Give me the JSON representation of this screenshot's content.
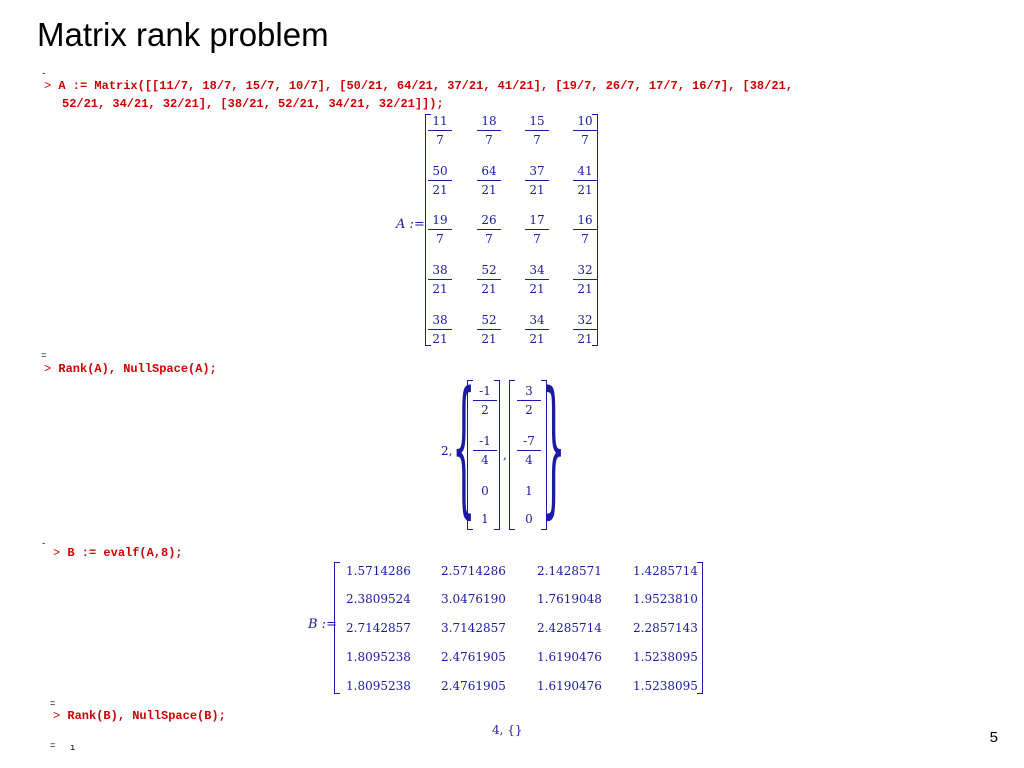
{
  "title": "Matrix rank problem",
  "page_number": "5",
  "cmd1": {
    "line1": "A := Matrix([[11/7, 18/7, 15/7, 10/7], [50/21, 64/21, 37/21, 41/21], [19/7, 26/7, 17/7, 16/7], [38/21,",
    "line2": "52/21, 34/21, 32/21], [38/21, 52/21, 34/21, 32/21]]);"
  },
  "out1": {
    "label": "A :=",
    "matrix": [
      [
        [
          "11",
          "7"
        ],
        [
          "18",
          "7"
        ],
        [
          "15",
          "7"
        ],
        [
          "10",
          "7"
        ]
      ],
      [
        [
          "50",
          "21"
        ],
        [
          "64",
          "21"
        ],
        [
          "37",
          "21"
        ],
        [
          "41",
          "21"
        ]
      ],
      [
        [
          "19",
          "7"
        ],
        [
          "26",
          "7"
        ],
        [
          "17",
          "7"
        ],
        [
          "16",
          "7"
        ]
      ],
      [
        [
          "38",
          "21"
        ],
        [
          "52",
          "21"
        ],
        [
          "34",
          "21"
        ],
        [
          "32",
          "21"
        ]
      ],
      [
        [
          "38",
          "21"
        ],
        [
          "52",
          "21"
        ],
        [
          "34",
          "21"
        ],
        [
          "32",
          "21"
        ]
      ]
    ]
  },
  "cmd2": {
    "line1": "Rank(A), NullSpace(A);"
  },
  "out2": {
    "rank": "2,",
    "comma": ",",
    "vector1": [
      [
        "-1",
        "2"
      ],
      [
        "-1",
        "4"
      ],
      [
        "0",
        ""
      ],
      [
        "1",
        ""
      ]
    ],
    "vector2": [
      [
        "3",
        "2"
      ],
      [
        "-7",
        "4"
      ],
      [
        "1",
        ""
      ],
      [
        "0",
        ""
      ]
    ]
  },
  "cmd3": {
    "line1": "B := evalf(A,8);"
  },
  "out3": {
    "label": "B :=",
    "matrix": [
      [
        "1.5714286",
        "2.5714286",
        "2.1428571",
        "1.4285714"
      ],
      [
        "2.3809524",
        "3.0476190",
        "1.7619048",
        "1.9523810"
      ],
      [
        "2.7142857",
        "3.7142857",
        "2.4285714",
        "2.2857143"
      ],
      [
        "1.8095238",
        "2.4761905",
        "1.6190476",
        "1.5238095"
      ],
      [
        "1.8095238",
        "2.4761905",
        "1.6190476",
        "1.5238095"
      ]
    ]
  },
  "cmd4": {
    "line1": "Rank(B), NullSpace(B);"
  },
  "out4": {
    "text": "4, {}"
  },
  "prompt_symbol": ">",
  "colors": {
    "input": "#cc0000",
    "output": "#1a1aa6"
  }
}
